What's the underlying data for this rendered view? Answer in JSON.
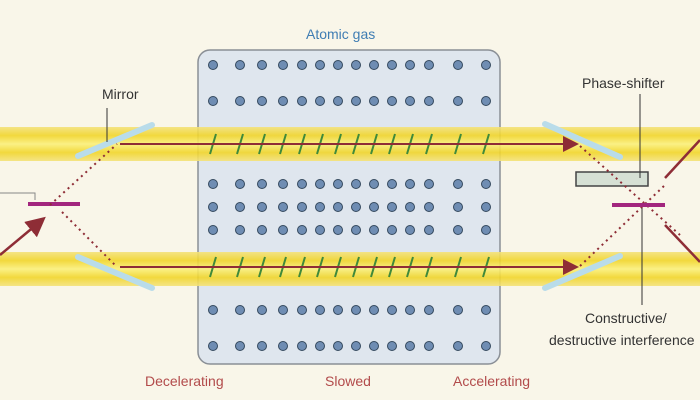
{
  "labels": {
    "atomic_gas": "Atomic gas",
    "mirror": "Mirror",
    "phase_shifter": "Phase-shifter",
    "interference_line1": "Constructive/",
    "interference_line2": "destructive interference",
    "decelerating": "Decelerating",
    "slowed": "Slowed",
    "accelerating": "Accelerating"
  },
  "colors": {
    "background": "#f9f6e9",
    "beam": "#f2dc3a",
    "gas_box": "#dfe6ee",
    "atom": "#5f7ea6",
    "light_arrow": "#8e2d36",
    "beam_splitter": "#a2267e",
    "label_blue": "#3f7db3",
    "label_red": "#b24b4b"
  }
}
